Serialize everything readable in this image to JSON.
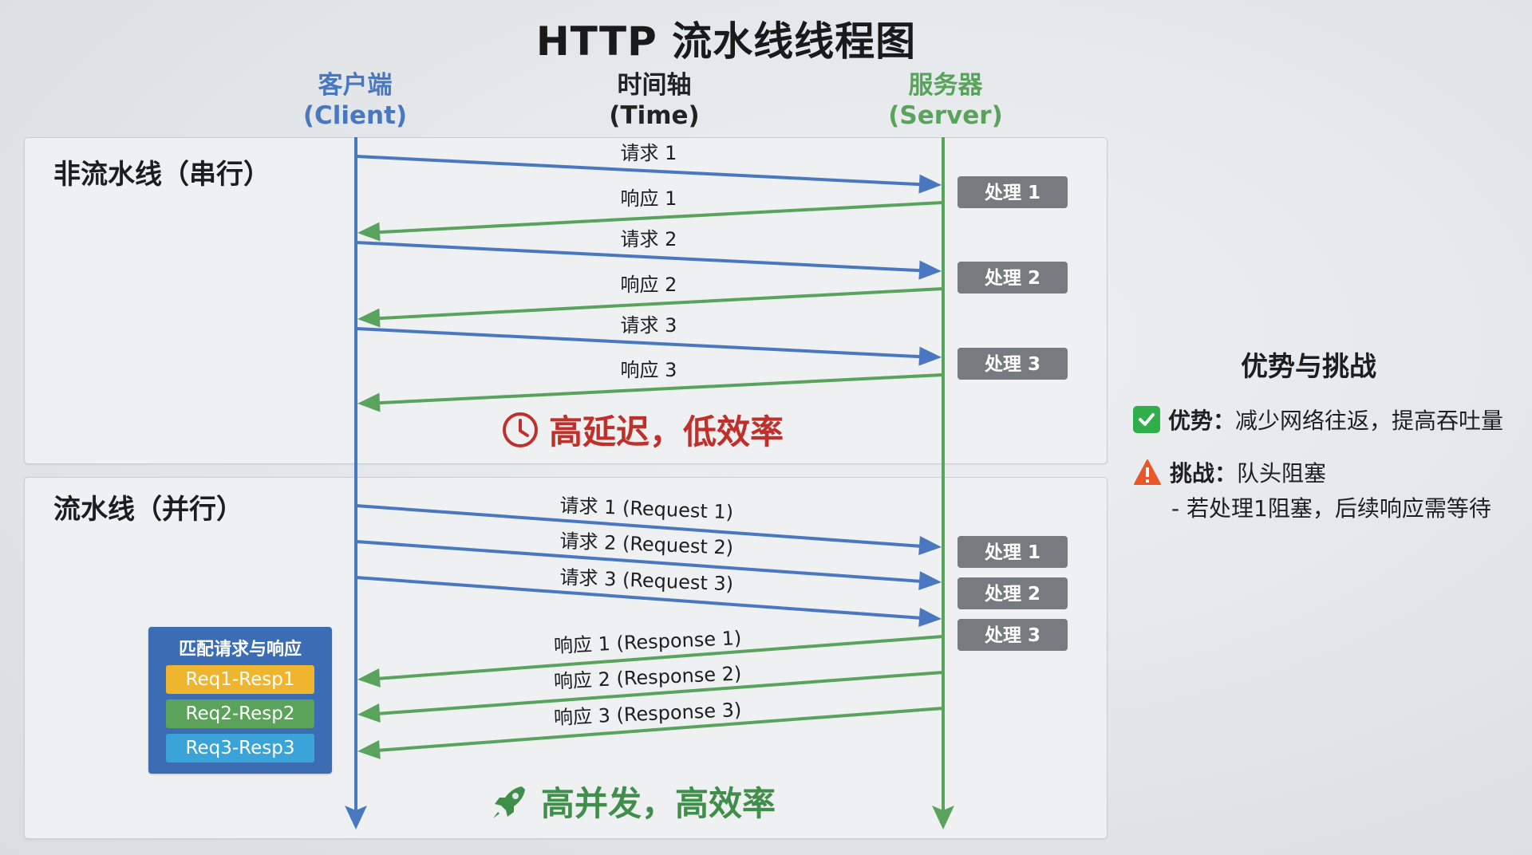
{
  "title": "HTTP 流水线线程图",
  "columns": {
    "client": {
      "line1": "客户端",
      "line2": "(Client)"
    },
    "time": {
      "line1": "时间轴",
      "line2": "(Time)"
    },
    "server": {
      "line1": "服务器",
      "line2": "(Server)"
    }
  },
  "serial": {
    "title": "非流水线（串行）",
    "messages": [
      {
        "dir": "request",
        "label": "请求 1"
      },
      {
        "dir": "response",
        "label": "响应 1"
      },
      {
        "dir": "request",
        "label": "请求 2"
      },
      {
        "dir": "response",
        "label": "响应 2"
      },
      {
        "dir": "request",
        "label": "请求 3"
      },
      {
        "dir": "response",
        "label": "响应 3"
      }
    ],
    "processing": [
      "处理 1",
      "处理 2",
      "处理 3"
    ],
    "verdict": "高延迟，低效率",
    "verdict_icon": "clock-icon"
  },
  "pipeline": {
    "title": "流水线（并行）",
    "requests": [
      "请求 1 (Request 1)",
      "请求 2 (Request 2)",
      "请求 3 (Request 3)"
    ],
    "responses": [
      "响应 1 (Response 1)",
      "响应 2 (Response 2)",
      "响应 3 (Response 3)"
    ],
    "processing": [
      "处理 1",
      "处理 2",
      "处理 3"
    ],
    "verdict": "高并发，高效率",
    "verdict_icon": "rocket-icon"
  },
  "matching": {
    "title": "匹配请求与响应",
    "pairs": [
      "Req1-Resp1",
      "Req2-Resp2",
      "Req3-Resp3"
    ]
  },
  "sidebar": {
    "title": "优势与挑战",
    "advantage_label": "优势：",
    "advantage_text": "减少网络往返，提高吞吐量",
    "challenge_label": "挑战：",
    "challenge_text": "队头阻塞",
    "challenge_note": "- 若处理1阻塞，后续响应需等待"
  },
  "colors": {
    "client": "#4a78c0",
    "server": "#5aa35d",
    "processing": "#777b80",
    "serial_verdict": "#c0302a",
    "pipeline_verdict": "#3f8f4a"
  }
}
